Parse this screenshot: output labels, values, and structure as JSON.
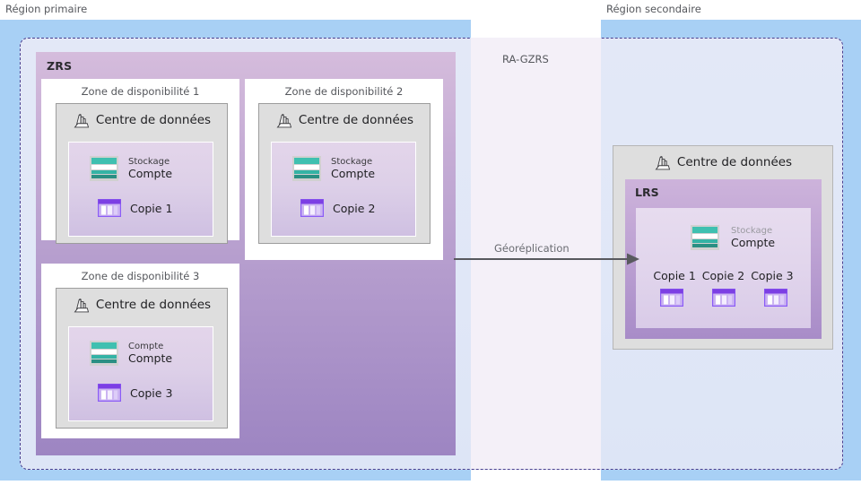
{
  "diagram": {
    "title": "Azure Storage RA-GZRS redundancy",
    "colors": {
      "region_blue": "#a8d0f5",
      "dashed_border": "#4a3f8f",
      "zrs_purple_top": "#d5bcdc",
      "zrs_purple_bottom": "#9d85c2",
      "datacenter_gray": "#dedede",
      "storage_teal": "#38bfae",
      "copy_purple": "#8b5cf6",
      "arrow_gray": "#58595e",
      "label_gray": "#55575c"
    }
  },
  "regions": {
    "primary_label": "Région primaire",
    "secondary_label": "Région secondaire"
  },
  "replication": {
    "type_label": "RA-GZRS",
    "arrow_label": "Géoréplication",
    "arrow_icon": "arrow-right-icon"
  },
  "primary": {
    "zrs_label": "ZRS",
    "zones": [
      {
        "id": "az1",
        "title": "Zone de disponibilité 1",
        "datacenter_label": "Centre de données",
        "datacenter_icon": "datacenter-icon",
        "storage": {
          "icon": "storage-account-icon",
          "line1": "Stockage",
          "line2": "Compte",
          "line1_muted": false
        },
        "copy": {
          "icon": "copy-icon",
          "label": "Copie 1"
        }
      },
      {
        "id": "az2",
        "title": "Zone de disponibilité 2",
        "datacenter_label": "Centre de données",
        "datacenter_icon": "datacenter-icon",
        "storage": {
          "icon": "storage-account-icon",
          "line1": "Stockage",
          "line2": "Compte",
          "line1_muted": false
        },
        "copy": {
          "icon": "copy-icon",
          "label": "Copie 2"
        }
      },
      {
        "id": "az3",
        "title": "Zone de disponibilité 3",
        "datacenter_label": "Centre de données",
        "datacenter_icon": "datacenter-icon",
        "storage": {
          "icon": "storage-account-icon",
          "line1": "Compte",
          "line2": "Compte",
          "line1_muted": false
        },
        "copy": {
          "icon": "copy-icon",
          "label": "Copie 3"
        }
      }
    ]
  },
  "secondary": {
    "datacenter_label": "Centre de données",
    "datacenter_icon": "datacenter-icon",
    "lrs_label": "LRS",
    "storage": {
      "icon": "storage-account-icon",
      "line1": "Stockage",
      "line2": "Compte",
      "line1_muted": true
    },
    "copies": [
      {
        "label": "Copie 1",
        "icon": "copy-icon"
      },
      {
        "label": "Copie 2",
        "icon": "copy-icon"
      },
      {
        "label": "Copie 3",
        "icon": "copy-icon"
      }
    ]
  }
}
